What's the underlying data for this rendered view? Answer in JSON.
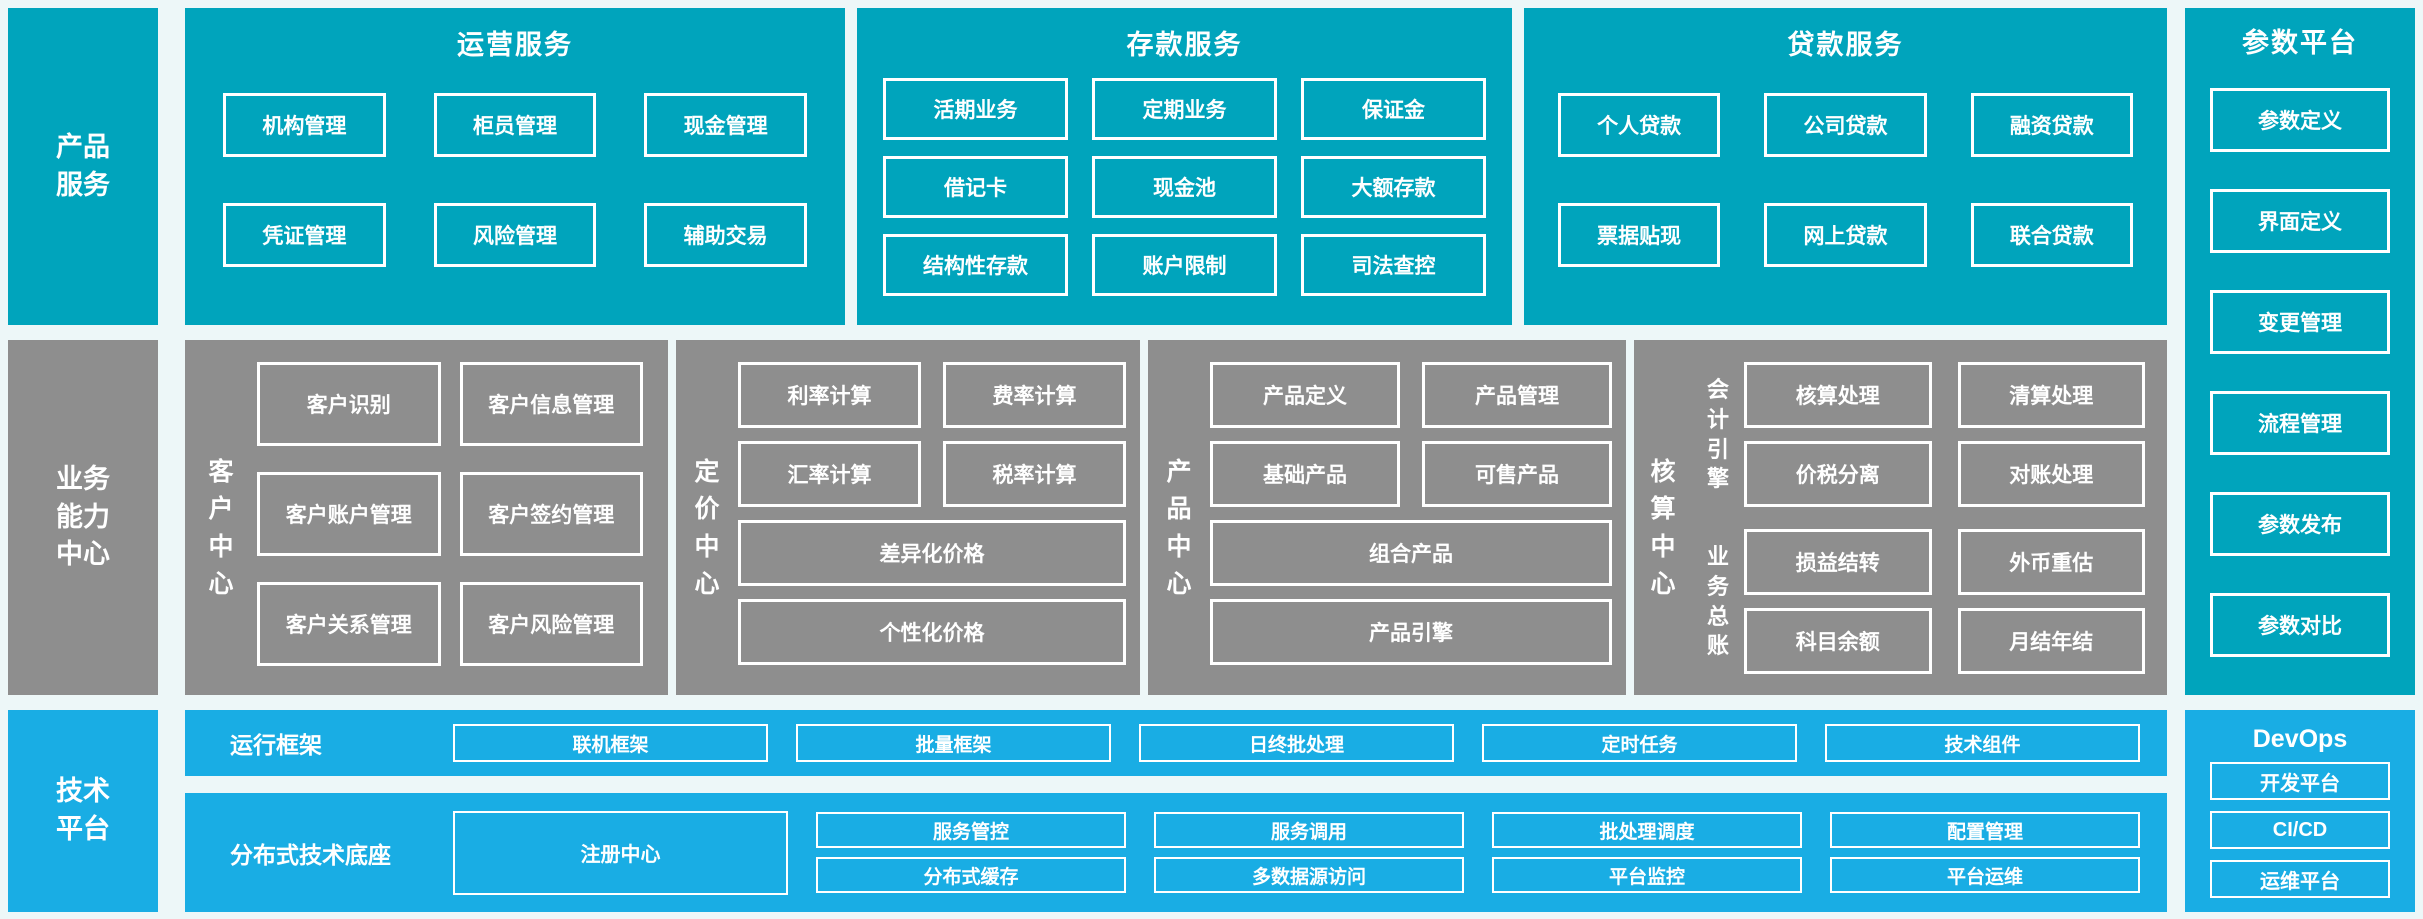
{
  "palette": {
    "teal": "#00a4bc",
    "gray": "#8e8e8e",
    "blue": "#19ade4",
    "bg": "#edf7f8",
    "line": "#ffffff"
  },
  "sidebar": {
    "product": "产品\n服务",
    "capability": "业务\n能力\n中心",
    "tech": "技术\n平台"
  },
  "operations": {
    "title": "运营服务",
    "boxes": [
      "机构管理",
      "柜员管理",
      "现金管理",
      "凭证管理",
      "风险管理",
      "辅助交易"
    ]
  },
  "deposit": {
    "title": "存款服务",
    "boxes": [
      "活期业务",
      "定期业务",
      "保证金",
      "借记卡",
      "现金池",
      "大额存款",
      "结构性存款",
      "账户限制",
      "司法查控"
    ]
  },
  "loan": {
    "title": "贷款服务",
    "boxes": [
      "个人贷款",
      "公司贷款",
      "融资贷款",
      "票据贴现",
      "网上贷款",
      "联合贷款"
    ]
  },
  "param": {
    "title": "参数平台",
    "boxes": [
      "参数定义",
      "界面定义",
      "变更管理",
      "流程管理",
      "参数发布",
      "参数对比"
    ]
  },
  "customer": {
    "label": "客\n户\n中\n心",
    "boxes": [
      "客户识别",
      "客户信息管理",
      "客户账户管理",
      "客户签约管理",
      "客户关系管理",
      "客户风险管理"
    ]
  },
  "pricing": {
    "label": "定\n价\n中\n心",
    "boxes": [
      "利率计算",
      "费率计算",
      "汇率计算",
      "税率计算"
    ],
    "wide": [
      "差异化价格",
      "个性化价格"
    ]
  },
  "product_center": {
    "label": "产\n品\n中\n心",
    "boxes": [
      "产品定义",
      "产品管理",
      "基础产品",
      "可售产品"
    ],
    "wide": [
      "组合产品",
      "产品引擎"
    ]
  },
  "accounting": {
    "label": "核\n算\n中\n心",
    "engine_label": "会\n计\n引\n擎",
    "engine_boxes": [
      "核算处理",
      "清算处理",
      "价税分离",
      "对账处理"
    ],
    "ledger_label": "业\n务\n总\n账",
    "ledger_boxes": [
      "损益结转",
      "外币重估",
      "科目余额",
      "月结年结"
    ]
  },
  "runtime": {
    "label": "运行框架",
    "boxes": [
      "联机框架",
      "批量框架",
      "日终批处理",
      "定时任务",
      "技术组件"
    ]
  },
  "distributed": {
    "label": "分布式技术底座",
    "registry": "注册中心",
    "row1": [
      "服务管控",
      "服务调用",
      "批处理调度",
      "配置管理"
    ],
    "row2": [
      "分布式缓存",
      "多数据源访问",
      "平台监控",
      "平台运维"
    ]
  },
  "devops": {
    "title": "DevOps",
    "boxes": [
      "开发平台",
      "CI/CD",
      "运维平台"
    ]
  }
}
